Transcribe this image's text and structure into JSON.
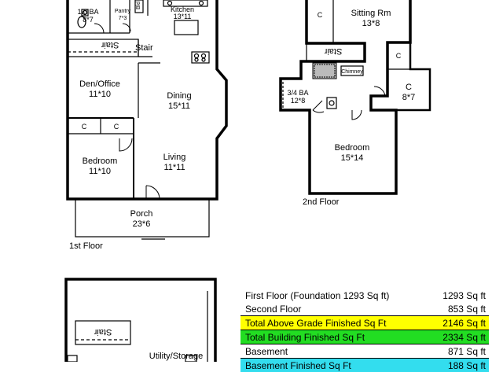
{
  "floors": {
    "first": "1st Floor",
    "second": "2nd Floor"
  },
  "rooms": {
    "bath1_name": "1.0 BA",
    "bath1_size": "8*7",
    "pantry_name": "Pantry",
    "pantry_size": "7*3",
    "kitchen_name": "Kitchen",
    "kitchen_size": "13*11",
    "stair1": "Stair",
    "den_name": "Den/Office",
    "den_size": "11*10",
    "dining_name": "Dining",
    "dining_size": "15*11",
    "closet": "C",
    "bedroom1_name": "Bedroom",
    "bedroom1_size": "11*10",
    "living_name": "Living",
    "living_size": "11*11",
    "porch_name": "Porch",
    "porch_size": "23*6",
    "sitting_name": "Sitting Rm",
    "sitting_size": "13*8",
    "stair2": "Stair",
    "chimney": "Chimney",
    "bath2_name": "3/4 BA",
    "bath2_size": "12*8",
    "closet2_size": "8*7",
    "bedroom2_name": "Bedroom",
    "bedroom2_size": "15*14",
    "stair3": "Stair",
    "utility_name": "Utility/Storage"
  },
  "table": [
    {
      "label": "First Floor (Foundation 1293 Sq ft)",
      "value": "1293 Sq ft",
      "style": "plain"
    },
    {
      "label": "Second Floor",
      "value": "853 Sq ft",
      "style": "plain"
    },
    {
      "label": "Total Above Grade Finished Sq Ft",
      "value": "2146 Sq ft",
      "style": "yellow"
    },
    {
      "label": "Total Building Finished Sq Ft",
      "value": "2334 Sq ft",
      "style": "green"
    },
    {
      "label": "Basement",
      "value": "871 Sq ft",
      "style": "plain"
    },
    {
      "label": "Basement Finished Sq Ft",
      "value": "188 Sq ft",
      "style": "cyan"
    }
  ],
  "colors": {
    "yellow": "#ffff00",
    "green": "#22dd22",
    "cyan": "#33ddee",
    "wall": "#000000"
  }
}
